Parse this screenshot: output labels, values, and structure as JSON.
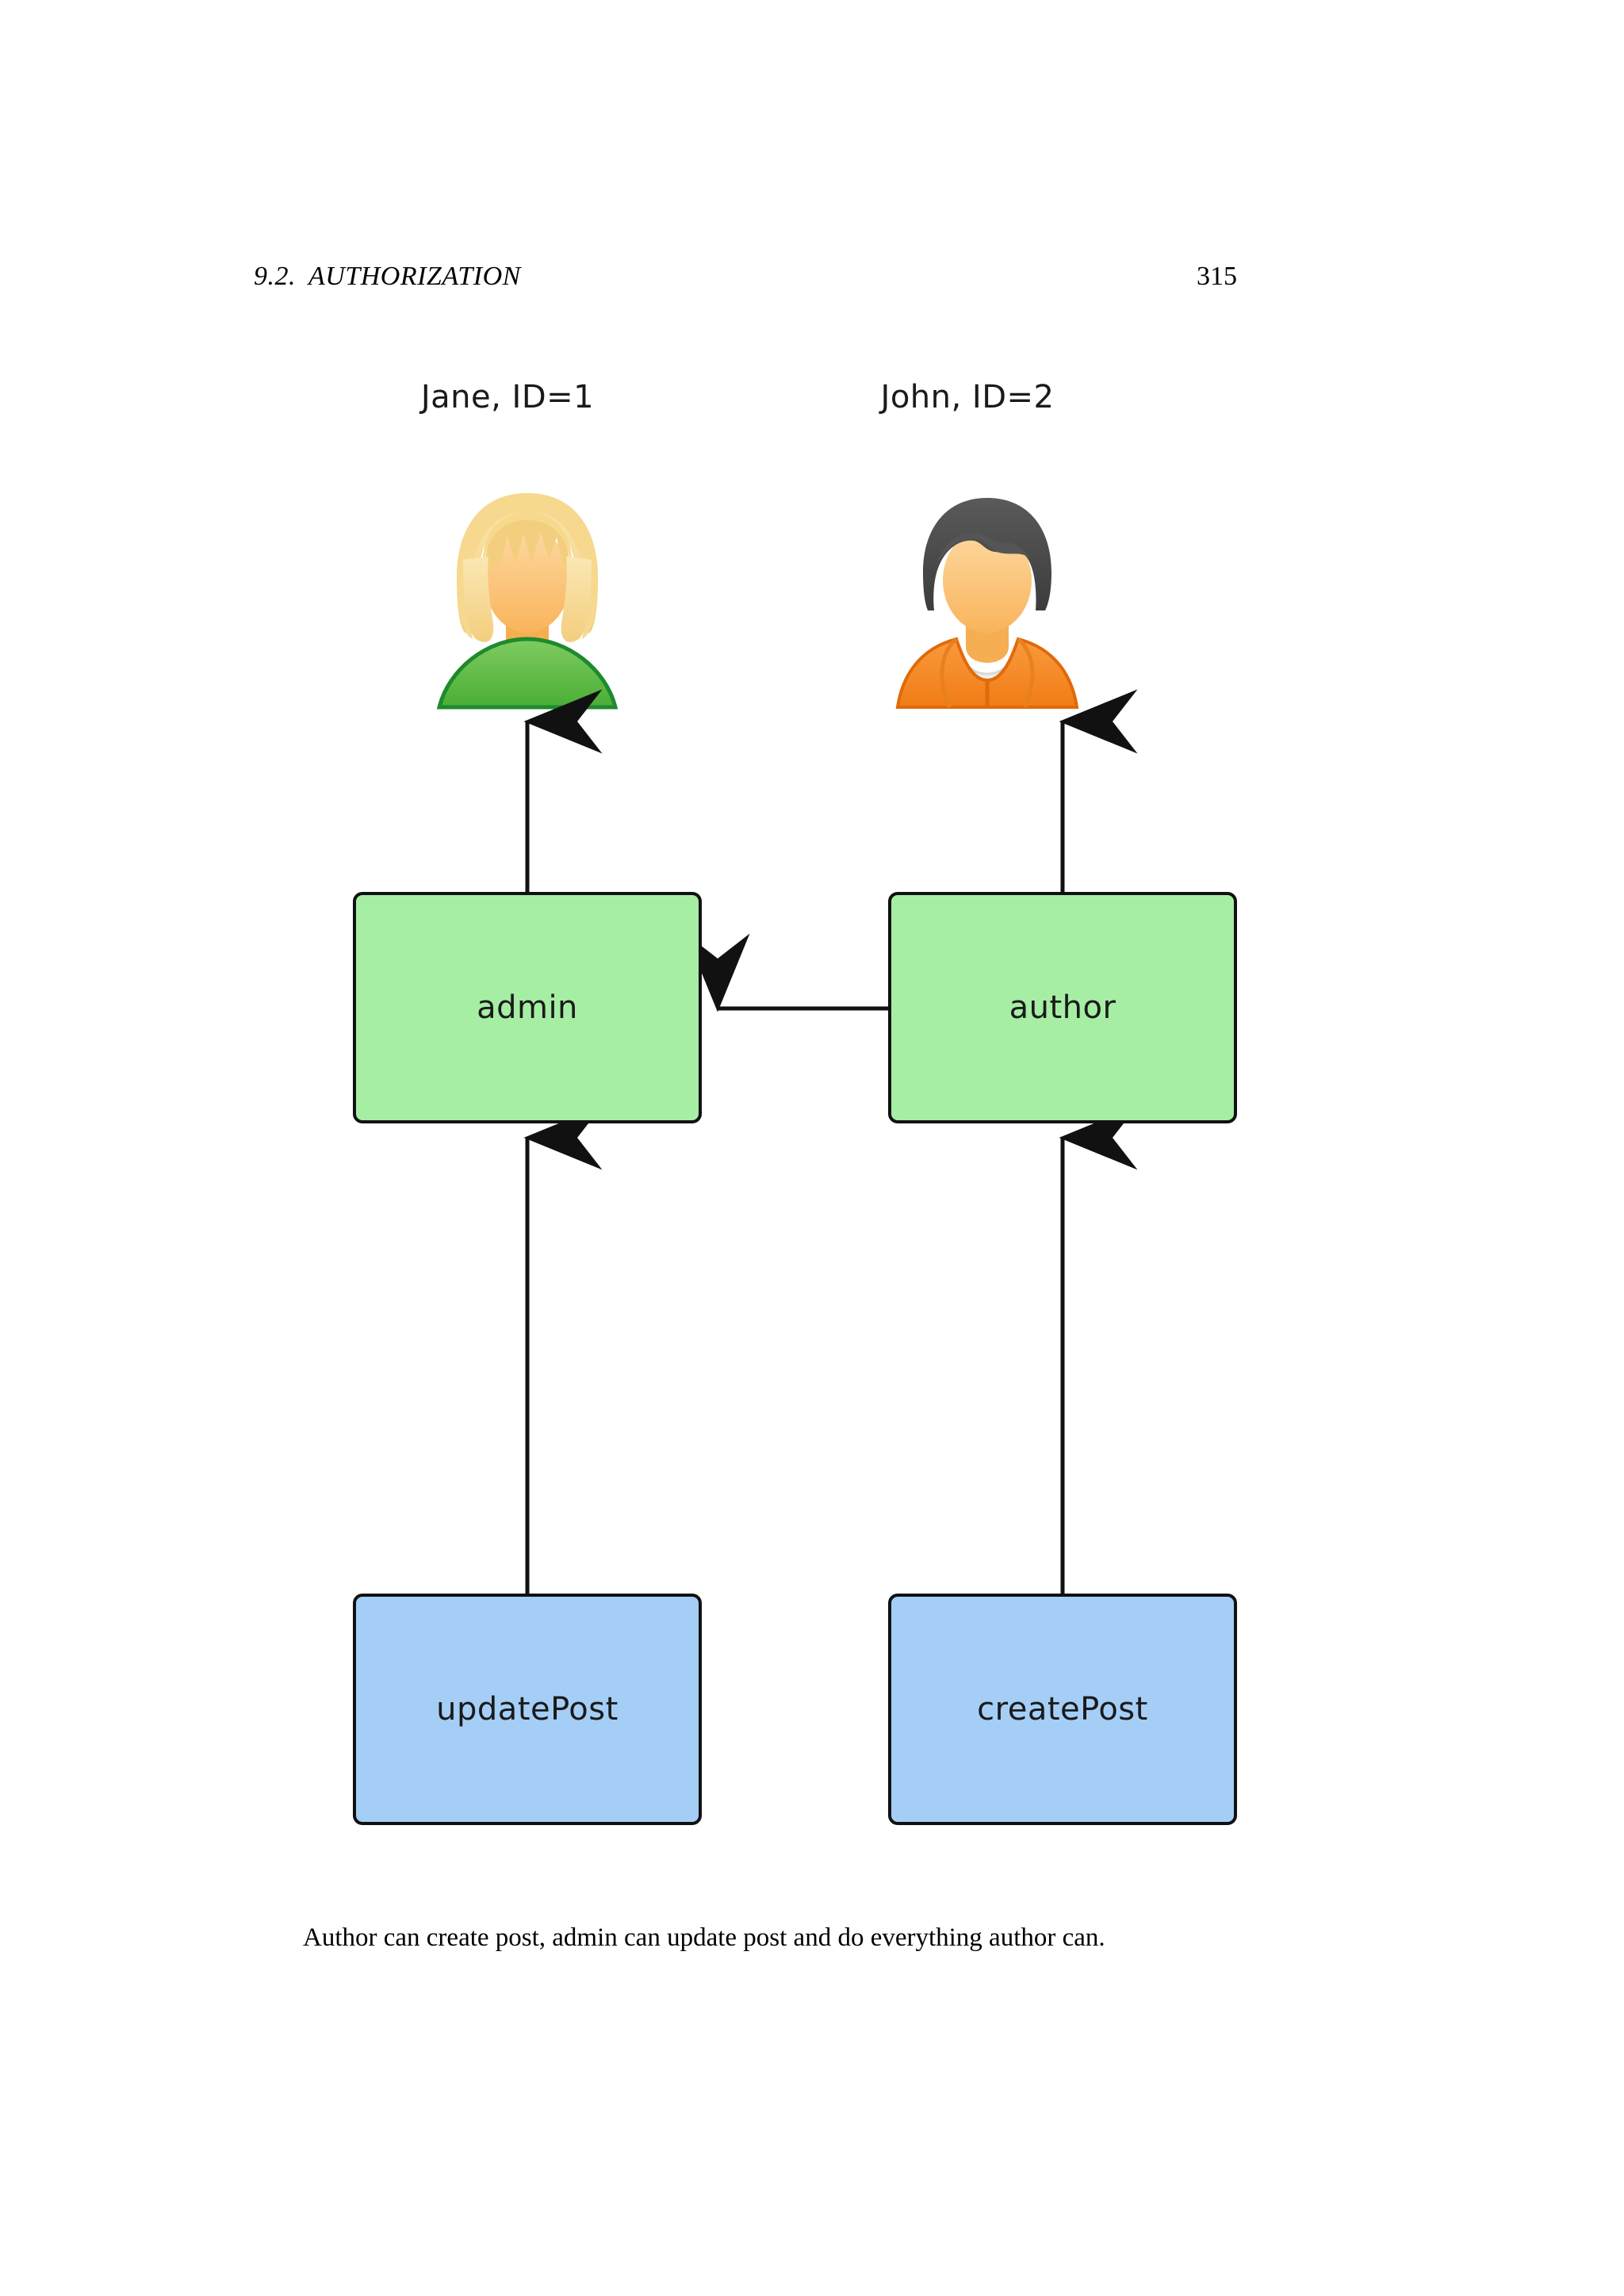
{
  "page": {
    "header": {
      "section_number": "9.2.",
      "section_title": "AUTHORIZATION",
      "page_number": "315"
    },
    "caption": "Author can create post, admin can update post and do everything author can."
  },
  "diagram": {
    "type": "rbac-hierarchy",
    "people": [
      {
        "id": "jane",
        "label": "Jane, ID=1",
        "avatar": "female-avatar-icon",
        "hair_color": "#F7DC96",
        "skin_color": "#FBBF6B",
        "shirt_color": "#5FBF4A",
        "shirt_outline": "#1E8A2E",
        "role": "admin"
      },
      {
        "id": "john",
        "label": "John, ID=2",
        "avatar": "male-avatar-icon",
        "hair_color": "#4B4B4B",
        "skin_color": "#FBBF6B",
        "shirt_color": "#F5821F",
        "shirt_outline": "#E06A0A",
        "role": "author"
      }
    ],
    "roles": [
      {
        "id": "admin",
        "label": "admin",
        "color": "#A6EEA4"
      },
      {
        "id": "author",
        "label": "author",
        "color": "#A4CEF6"
      }
    ],
    "permissions": [
      {
        "id": "updatePost",
        "label": "updatePost",
        "color": "#A4CEF6"
      },
      {
        "id": "createPost",
        "label": "createPost",
        "color": "#A4CEF6"
      }
    ],
    "edges": [
      {
        "from": "admin",
        "to": "jane",
        "direction": "up"
      },
      {
        "from": "author",
        "to": "john",
        "direction": "up"
      },
      {
        "from": "author",
        "to": "admin",
        "direction": "left"
      },
      {
        "from": "updatePost",
        "to": "admin",
        "direction": "up"
      },
      {
        "from": "createPost",
        "to": "author",
        "direction": "up"
      }
    ],
    "colors": {
      "role_fill": "#A6EEA4",
      "permission_fill": "#A4CEF6",
      "stroke": "#111111"
    }
  }
}
